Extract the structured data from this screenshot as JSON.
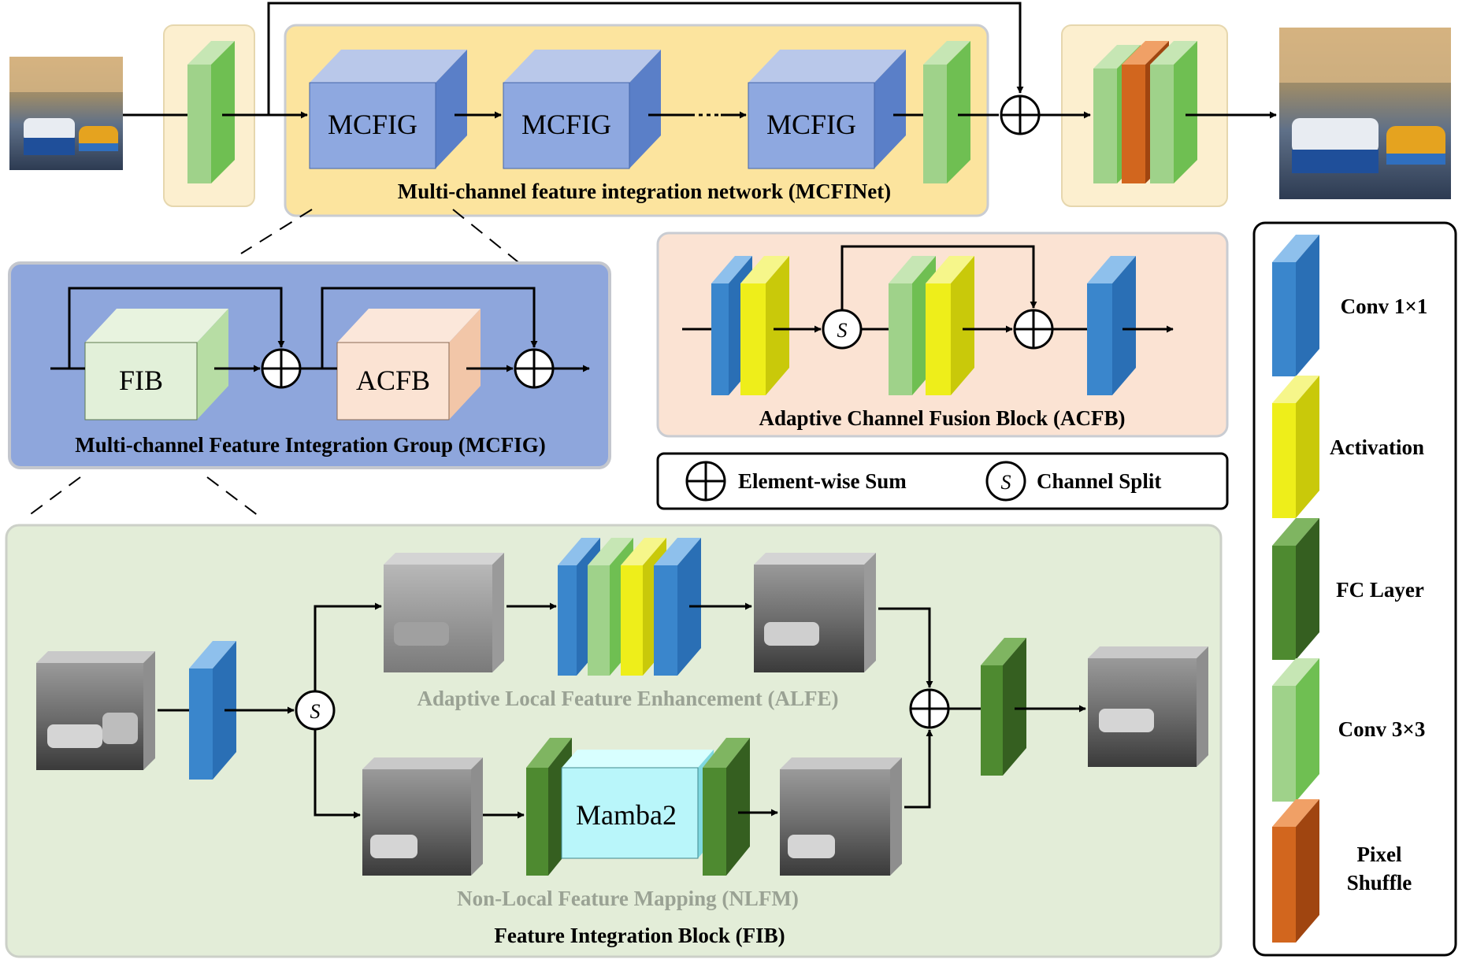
{
  "top": {
    "mcfig_labels": [
      "MCFIG",
      "MCFIG",
      "MCFIG"
    ],
    "network_caption": "Multi-channel feature integration network (MCFINet)"
  },
  "mcfig_group": {
    "fib_label": "FIB",
    "acfb_label": "ACFB",
    "caption": "Multi-channel Feature Integration Group (MCFIG)"
  },
  "acfb": {
    "caption": "Adaptive Channel Fusion Block (ACFB)"
  },
  "symbols": {
    "sum_label": "Element-wise Sum",
    "split_label": "Channel Split",
    "split_glyph": "S"
  },
  "fib": {
    "alfe_caption": "Adaptive Local Feature Enhancement (ALFE)",
    "mamba_label": "Mamba2",
    "nlfm_caption": "Non-Local Feature Mapping (NLFM)",
    "caption": "Feature Integration Block (FIB)"
  },
  "legend": {
    "items": [
      {
        "label": "Conv 1×1",
        "color": "#3A86CC"
      },
      {
        "label": "Activation",
        "color": "#EEEE1A"
      },
      {
        "label": "FC Layer",
        "color": "#4E8A30"
      },
      {
        "label": "Conv 3×3",
        "color": "#9FD28A"
      },
      {
        "label": "Pixel Shuffle",
        "color": "#D2661E"
      }
    ],
    "pixel_label_1": "Pixel",
    "pixel_label_2": "Shuffle"
  }
}
